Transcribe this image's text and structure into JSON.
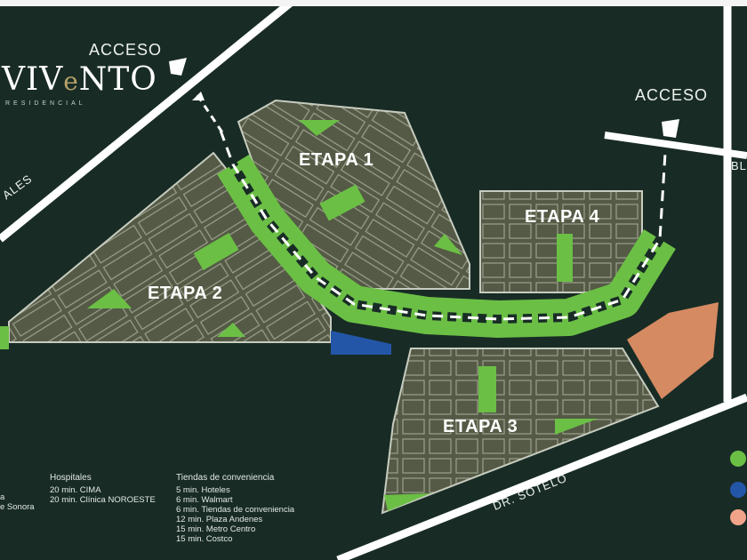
{
  "brand": {
    "name_prefix": "VIV",
    "name_accent": "e",
    "name_suffix": "NTO",
    "subtitle": "RESIDENCIAL"
  },
  "access_labels": [
    "ACCESO",
    "ACCESO"
  ],
  "stages": [
    "ETAPA 1",
    "ETAPA 2",
    "ETAPA 3",
    "ETAPA 4"
  ],
  "streets": {
    "left": "ALES",
    "bottom": "DR. SOTELO",
    "right": "BL"
  },
  "legend": {
    "left_partial": [
      "a",
      "e Sonora"
    ],
    "hospitales": {
      "title": "Hospitales",
      "items": [
        "20 min. CIMA",
        "20 min. Clínica NOROESTE"
      ]
    },
    "tiendas": {
      "title": "Tiendas de conveniencia",
      "items": [
        "5 min.  Hoteles",
        "6 min.  Walmart",
        "6 min.  Tiendas de conveniencia",
        "12 min. Plaza Andenes",
        "15 min. Metro Centro",
        "15 min. Costco"
      ]
    }
  },
  "colors": {
    "background": "#182c25",
    "lot_area": "#545a45",
    "green_area": "#6bbf45",
    "commercial": "#d58a62",
    "water": "#2456a8",
    "road": "#ffffff"
  },
  "legend_dots": [
    "#6bbf45",
    "#2456a8",
    "#f2a48b"
  ]
}
